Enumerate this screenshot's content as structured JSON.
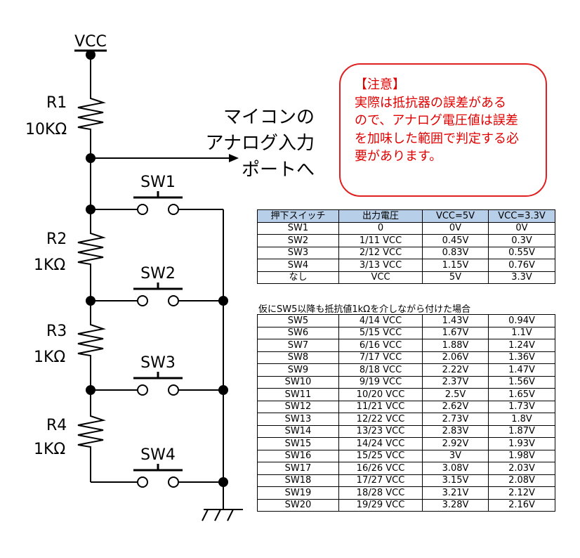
{
  "circuit": {
    "vcc_label": "VCC",
    "adc_label_lines": [
      "マイコンの",
      "アナログ入力",
      "ポートへ"
    ],
    "resistors": [
      {
        "name": "R1",
        "value": "10KΩ"
      },
      {
        "name": "R2",
        "value": "1KΩ"
      },
      {
        "name": "R3",
        "value": "1KΩ"
      },
      {
        "name": "R4",
        "value": "1KΩ"
      }
    ],
    "switches": [
      "SW1",
      "SW2",
      "SW3",
      "SW4"
    ]
  },
  "note": {
    "title": "【注意】",
    "lines": [
      "実際は抵抗器の誤差がある",
      "ので、アナログ電圧値は誤差",
      "を加味した範囲で判定する必",
      "要があります。"
    ]
  },
  "table1": {
    "headers": [
      "押下スイッチ",
      "出力電圧",
      "VCC=5V",
      "VCC=3.3V"
    ],
    "rows": [
      [
        "SW1",
        "0",
        "0V",
        "0V"
      ],
      [
        "SW2",
        "1/11 VCC",
        "0.45V",
        "0.3V"
      ],
      [
        "SW3",
        "2/12 VCC",
        "0.83V",
        "0.55V"
      ],
      [
        "SW4",
        "3/13 VCC",
        "1.15V",
        "0.76V"
      ],
      [
        "なし",
        "VCC",
        "5V",
        "3.3V"
      ]
    ]
  },
  "table2": {
    "caption": "仮にSW5以降も抵抗値1kΩを介しながら付けた場合",
    "rows": [
      [
        "SW5",
        "4/14 VCC",
        "1.43V",
        "0.94V"
      ],
      [
        "SW6",
        "5/15 VCC",
        "1.67V",
        "1.1V"
      ],
      [
        "SW7",
        "6/16 VCC",
        "1.88V",
        "1.24V"
      ],
      [
        "SW8",
        "7/17 VCC",
        "2.06V",
        "1.36V"
      ],
      [
        "SW9",
        "8/18 VCC",
        "2.22V",
        "1.47V"
      ],
      [
        "SW10",
        "9/19 VCC",
        "2.37V",
        "1.56V"
      ],
      [
        "SW11",
        "10/20 VCC",
        "2.5V",
        "1.65V"
      ],
      [
        "SW12",
        "11/21 VCC",
        "2.62V",
        "1.73V"
      ],
      [
        "SW13",
        "12/22 VCC",
        "2.73V",
        "1.8V"
      ],
      [
        "SW14",
        "13/23 VCC",
        "2.83V",
        "1.87V"
      ],
      [
        "SW15",
        "14/24 VCC",
        "2.92V",
        "1.93V"
      ],
      [
        "SW16",
        "15/25 VCC",
        "3V",
        "1.98V"
      ],
      [
        "SW17",
        "16/26 VCC",
        "3.08V",
        "2.03V"
      ],
      [
        "SW18",
        "17/27 VCC",
        "3.15V",
        "2.08V"
      ],
      [
        "SW19",
        "18/28 VCC",
        "3.21V",
        "2.12V"
      ],
      [
        "SW20",
        "19/29 VCC",
        "3.28V",
        "2.16V"
      ]
    ]
  }
}
